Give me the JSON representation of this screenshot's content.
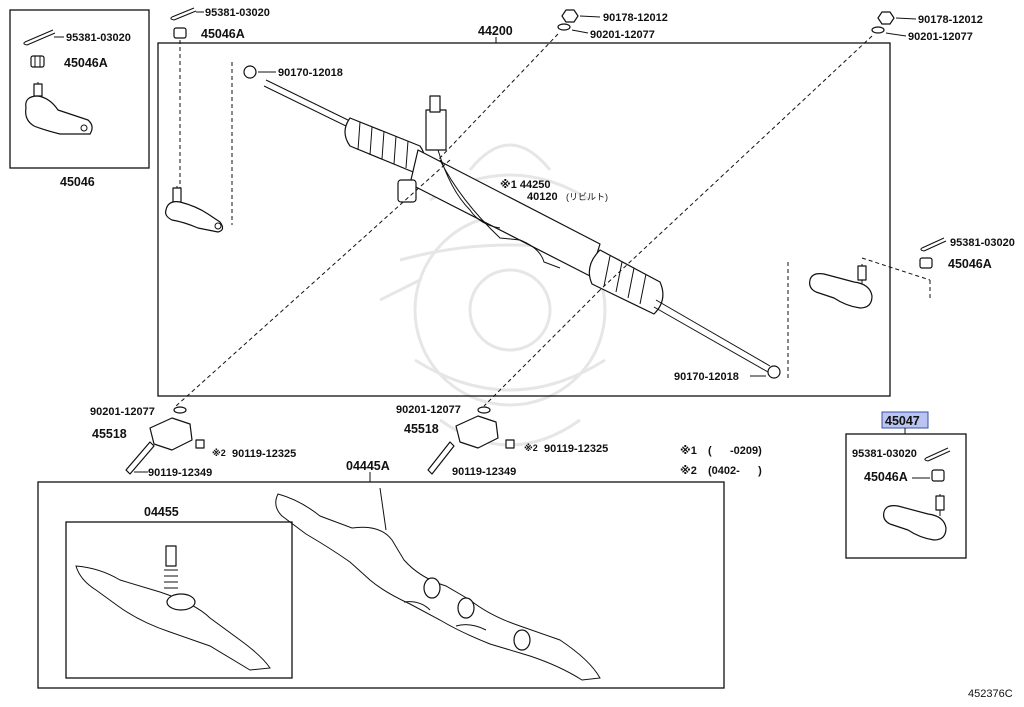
{
  "diagram_id": "452376C",
  "groups": {
    "g45046": "45046",
    "g44200": "44200",
    "g04445A": "04445A",
    "g04455": "04455",
    "g45047": "45047"
  },
  "parts": {
    "cotter_pin": "95381-03020",
    "castle_nut": "45046A",
    "lock_nut": "90170-12018",
    "nut_12012": "90178-12012",
    "washer_12077": "90201-12077",
    "ref1_44250": "※1 44250",
    "rack_40120": "40120",
    "rebuilt_jp": "(リビルト)",
    "bracket": "45518",
    "bolt_12325": "90119-12325",
    "bolt_12349": "90119-12349",
    "mark2": "※2"
  },
  "notes": {
    "n1_mark": "※1",
    "n1_range": "(      -0209)",
    "n2_mark": "※2",
    "n2_range": "(0402-      )"
  },
  "colors": {
    "highlight": "#b9c4f0",
    "line": "#111111"
  }
}
